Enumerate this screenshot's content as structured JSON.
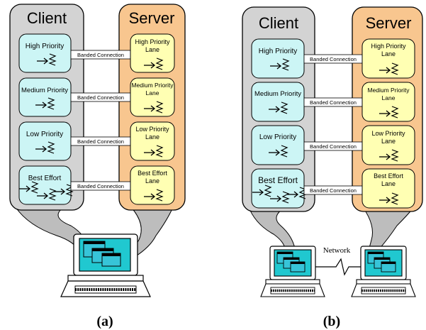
{
  "colors": {
    "client_panel": "#d3d3d3",
    "server_panel": "#f8c68f",
    "priority_box": "#ccf5f5",
    "lane_box": "#ffffb3",
    "cable": "#bdbdbd",
    "screen": "#20c8d0",
    "window": "#37c4d8",
    "stroke": "#000000"
  },
  "icons": [
    "thread-squiggle-icon",
    "computer-icon",
    "keyboard-icon",
    "network-lightning-icon"
  ],
  "diagram_a": {
    "caption": "(a)",
    "client_label": "Client",
    "server_label": "Server",
    "rows": [
      {
        "priority": "High Priority",
        "connection": "Banded Connection",
        "lane": [
          "High Priority",
          "Lane"
        ]
      },
      {
        "priority": "Medium Priority",
        "connection": "Banded Connection",
        "lane": [
          "Medium Priority",
          "Lane"
        ]
      },
      {
        "priority": "Low Priority",
        "connection": "Banded Connection",
        "lane": [
          "Low Priority",
          "Lane"
        ]
      },
      {
        "priority": "Best Effort",
        "connection": "Banded Connection",
        "lane": [
          "Best Effort",
          "Lane"
        ]
      }
    ]
  },
  "diagram_b": {
    "caption": "(b)",
    "client_label": "Client",
    "server_label": "Server",
    "network_label": "Network",
    "rows": [
      {
        "priority": "High Priority",
        "connection": "Banded Connection",
        "lane": [
          "High Priority",
          "Lane"
        ]
      },
      {
        "priority": "Medium Priority",
        "connection": "Banded Connection",
        "lane": [
          "Medium Priority",
          "Lane"
        ]
      },
      {
        "priority": "Low Priority",
        "connection": "Banded Connection",
        "lane": [
          "Low Priority",
          "Lane"
        ]
      },
      {
        "priority": "Best Effort",
        "connection": "Banded Connection",
        "lane": [
          "Best Effort",
          "Lane"
        ]
      }
    ]
  }
}
